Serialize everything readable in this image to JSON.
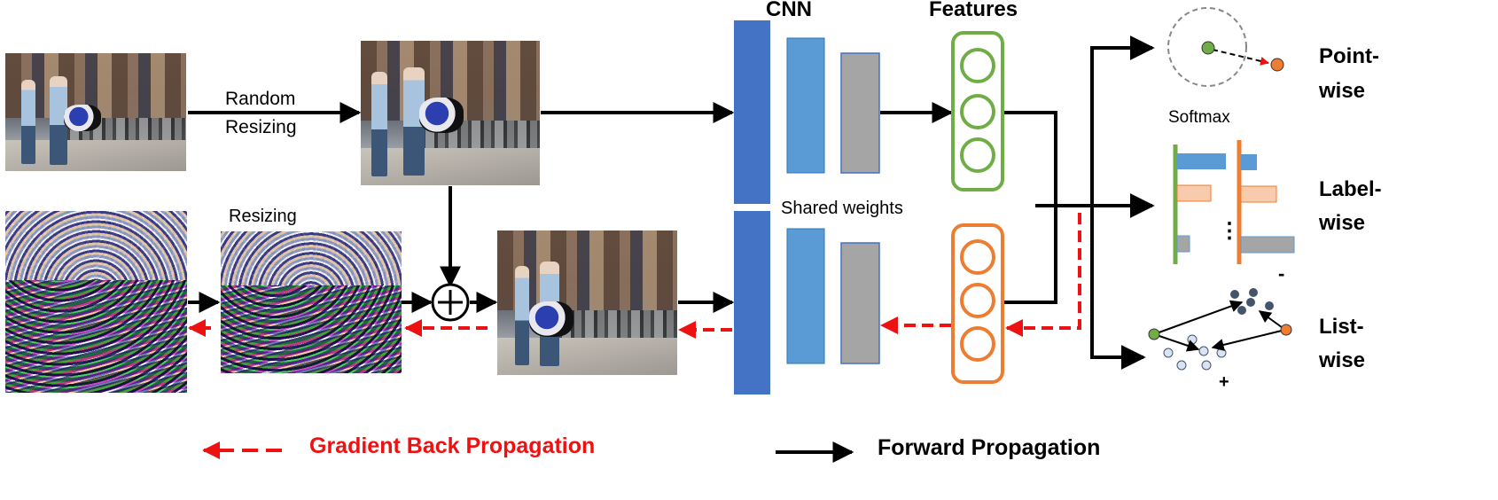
{
  "labels": {
    "random": "Random",
    "resizing_top": "Resizing",
    "resizing_bottom": "Resizing",
    "cnn": "CNN",
    "features": "Features",
    "shared_weights": "Shared weights",
    "softmax": "Softmax",
    "point_1": "Point-",
    "point_2": "wise",
    "label_1": "Label-",
    "label_2": "wise",
    "list_1": "List-",
    "list_2": "wise",
    "plus_sign": "+",
    "minus_sign": "-",
    "dots": "⋮",
    "oplus": "+"
  },
  "legend": {
    "gradient": "Gradient Back Propagation",
    "forward": "Forward Propagation"
  },
  "colors": {
    "arrow": "#000000",
    "gradient_red": "#ee1111",
    "cnn_dark": "#4472c4",
    "cnn_mid": "#5b9bd5",
    "cnn_gray": "#a5a5a5",
    "feature_green": "#70ad47",
    "feature_orange": "#ed7d31",
    "bar_blue": "#5b9bd5",
    "bar_peach": "#f8cbad",
    "bar_gray": "#a5a5a5",
    "node_navy": "#44546a",
    "node_light": "#dae3f3"
  },
  "icons": {
    "photo": "street-scene-photo",
    "noise": "adversarial-noise-pattern",
    "oplus": "circled-plus-icon"
  }
}
